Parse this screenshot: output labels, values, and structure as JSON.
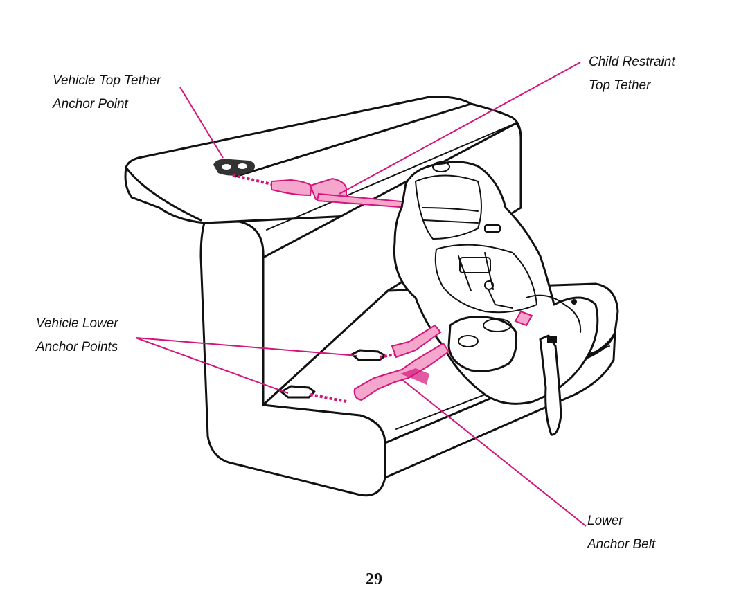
{
  "labels": {
    "top_anchor_line1": "Vehicle Top Tether",
    "top_anchor_line2": "Anchor Point",
    "child_tether_line1": "Child Restraint",
    "child_tether_line2": "Top Tether",
    "lower_anchors_line1": "Vehicle Lower",
    "lower_anchors_line2": "Anchor Points",
    "lower_belt_line1": "Lower",
    "lower_belt_line2": "Anchor Belt"
  },
  "page_number": "29",
  "colors": {
    "callout": "#d4147a",
    "strap_fill": "#f5a6cc",
    "outline": "#111111"
  }
}
